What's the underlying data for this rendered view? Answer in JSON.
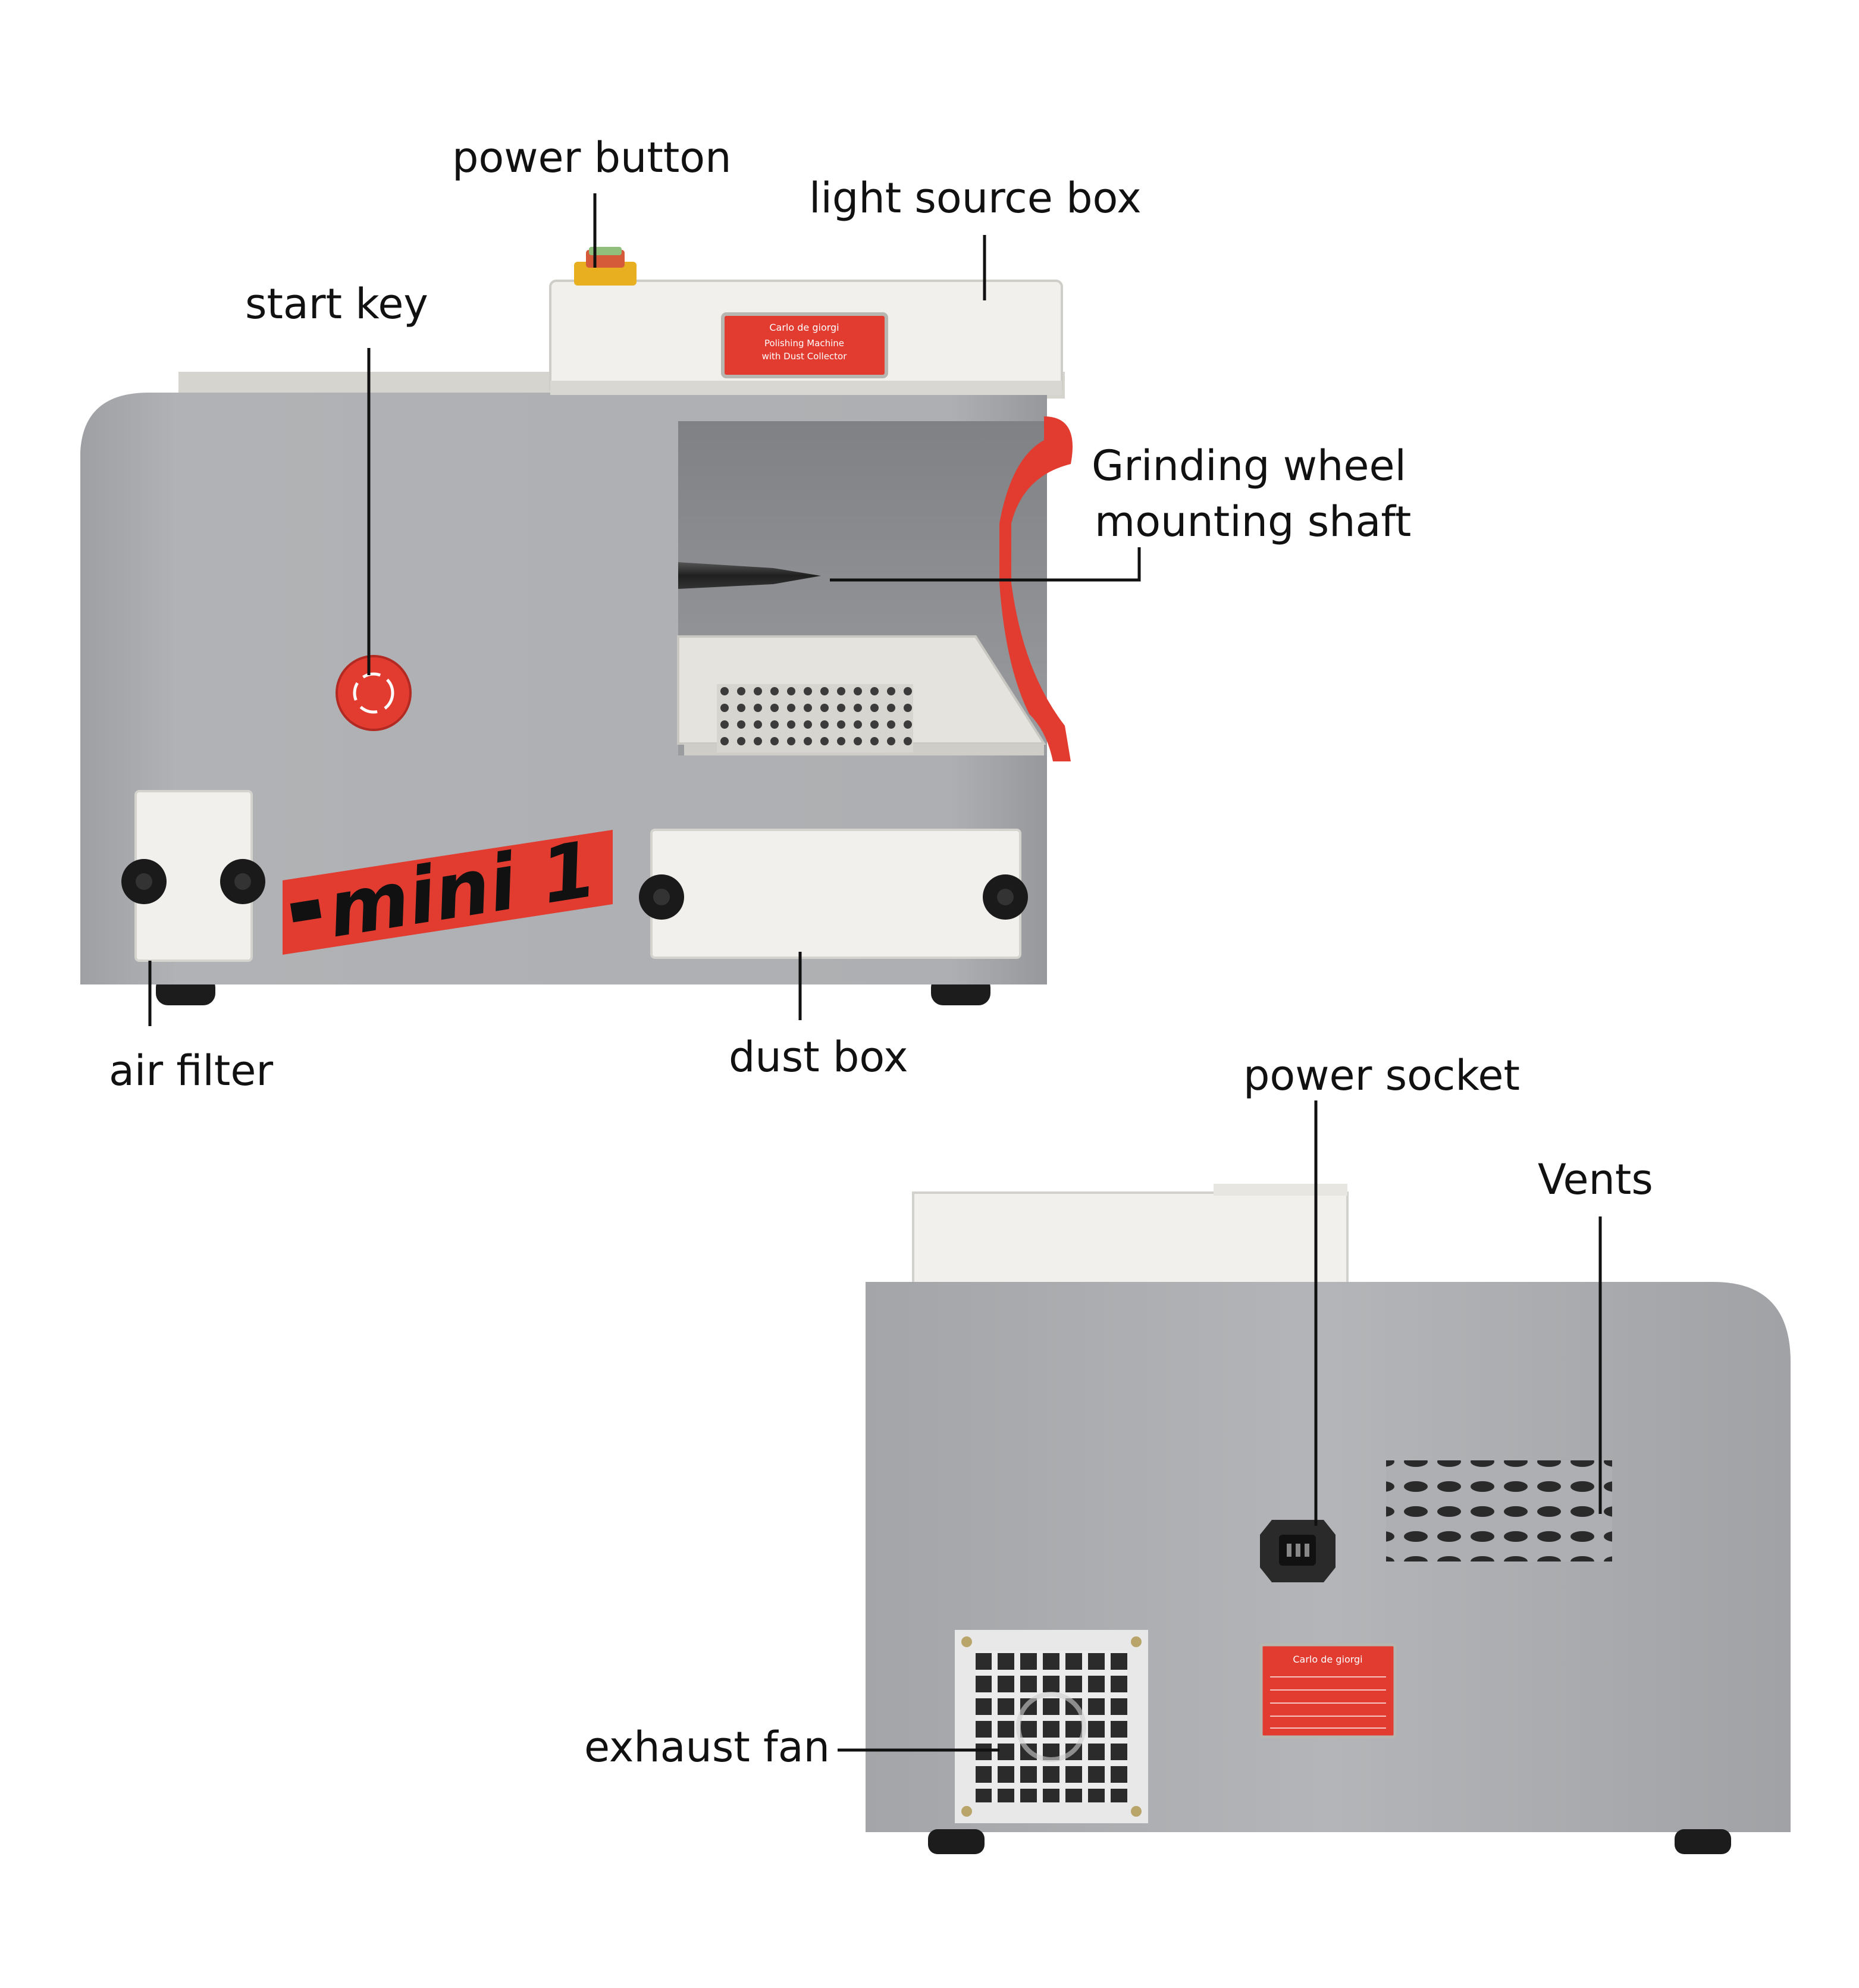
{
  "callouts": {
    "power_button": "power button",
    "light_source_box": "light source box",
    "start_key": "start key",
    "grinding_wheel_line1": "Grinding wheel",
    "grinding_wheel_line2": "mounting shaft",
    "air_filter": "air filter",
    "dust_box": "dust box",
    "power_socket": "power socket",
    "vents": "Vents",
    "exhaust_fan": "exhaust fan"
  },
  "brand": {
    "model_badge": "mini 1",
    "maker": "Carlo de giorgi",
    "front_plate_line1": "Polishing Machine",
    "front_plate_line2": "with Dust Collector"
  },
  "colors": {
    "body_gray": "#a9abae",
    "panel_white": "#f1f0ec",
    "accent_red": "#e23b30",
    "knob_black": "#1a1a1a",
    "leader_line": "#111111"
  }
}
